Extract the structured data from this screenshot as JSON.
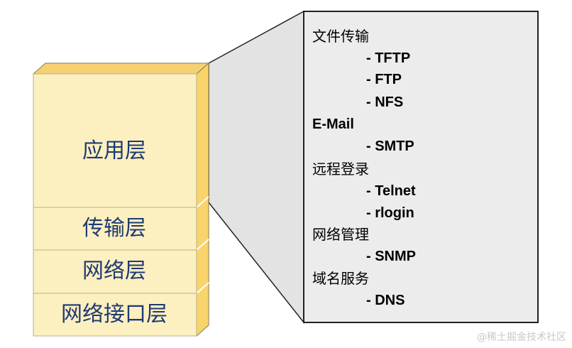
{
  "stack": {
    "layers": [
      "应用层",
      "传输层",
      "网络层",
      "网络接口层"
    ]
  },
  "details": {
    "items": [
      {
        "text": "文件传输",
        "kind": "category"
      },
      {
        "text": "- TFTP",
        "kind": "protocol"
      },
      {
        "text": "- FTP",
        "kind": "protocol"
      },
      {
        "text": "- NFS",
        "kind": "protocol"
      },
      {
        "text": "E-Mail",
        "kind": "category"
      },
      {
        "text": "- SMTP",
        "kind": "protocol"
      },
      {
        "text": "远程登录",
        "kind": "category"
      },
      {
        "text": "- Telnet",
        "kind": "protocol"
      },
      {
        "text": "- rlogin",
        "kind": "protocol"
      },
      {
        "text": "网络管理",
        "kind": "category"
      },
      {
        "text": "- SNMP",
        "kind": "protocol"
      },
      {
        "text": "域名服务",
        "kind": "category"
      },
      {
        "text": "- DNS",
        "kind": "protocol"
      }
    ]
  },
  "watermark": "@稀土掘金技术社区",
  "colors": {
    "layer_face": "#fdf0c0",
    "layer_side": "#f9d46a",
    "layer_top": "#f6d172",
    "layer_text": "#1f3a73",
    "box_fill": "#ececec",
    "outline": "#222222"
  }
}
